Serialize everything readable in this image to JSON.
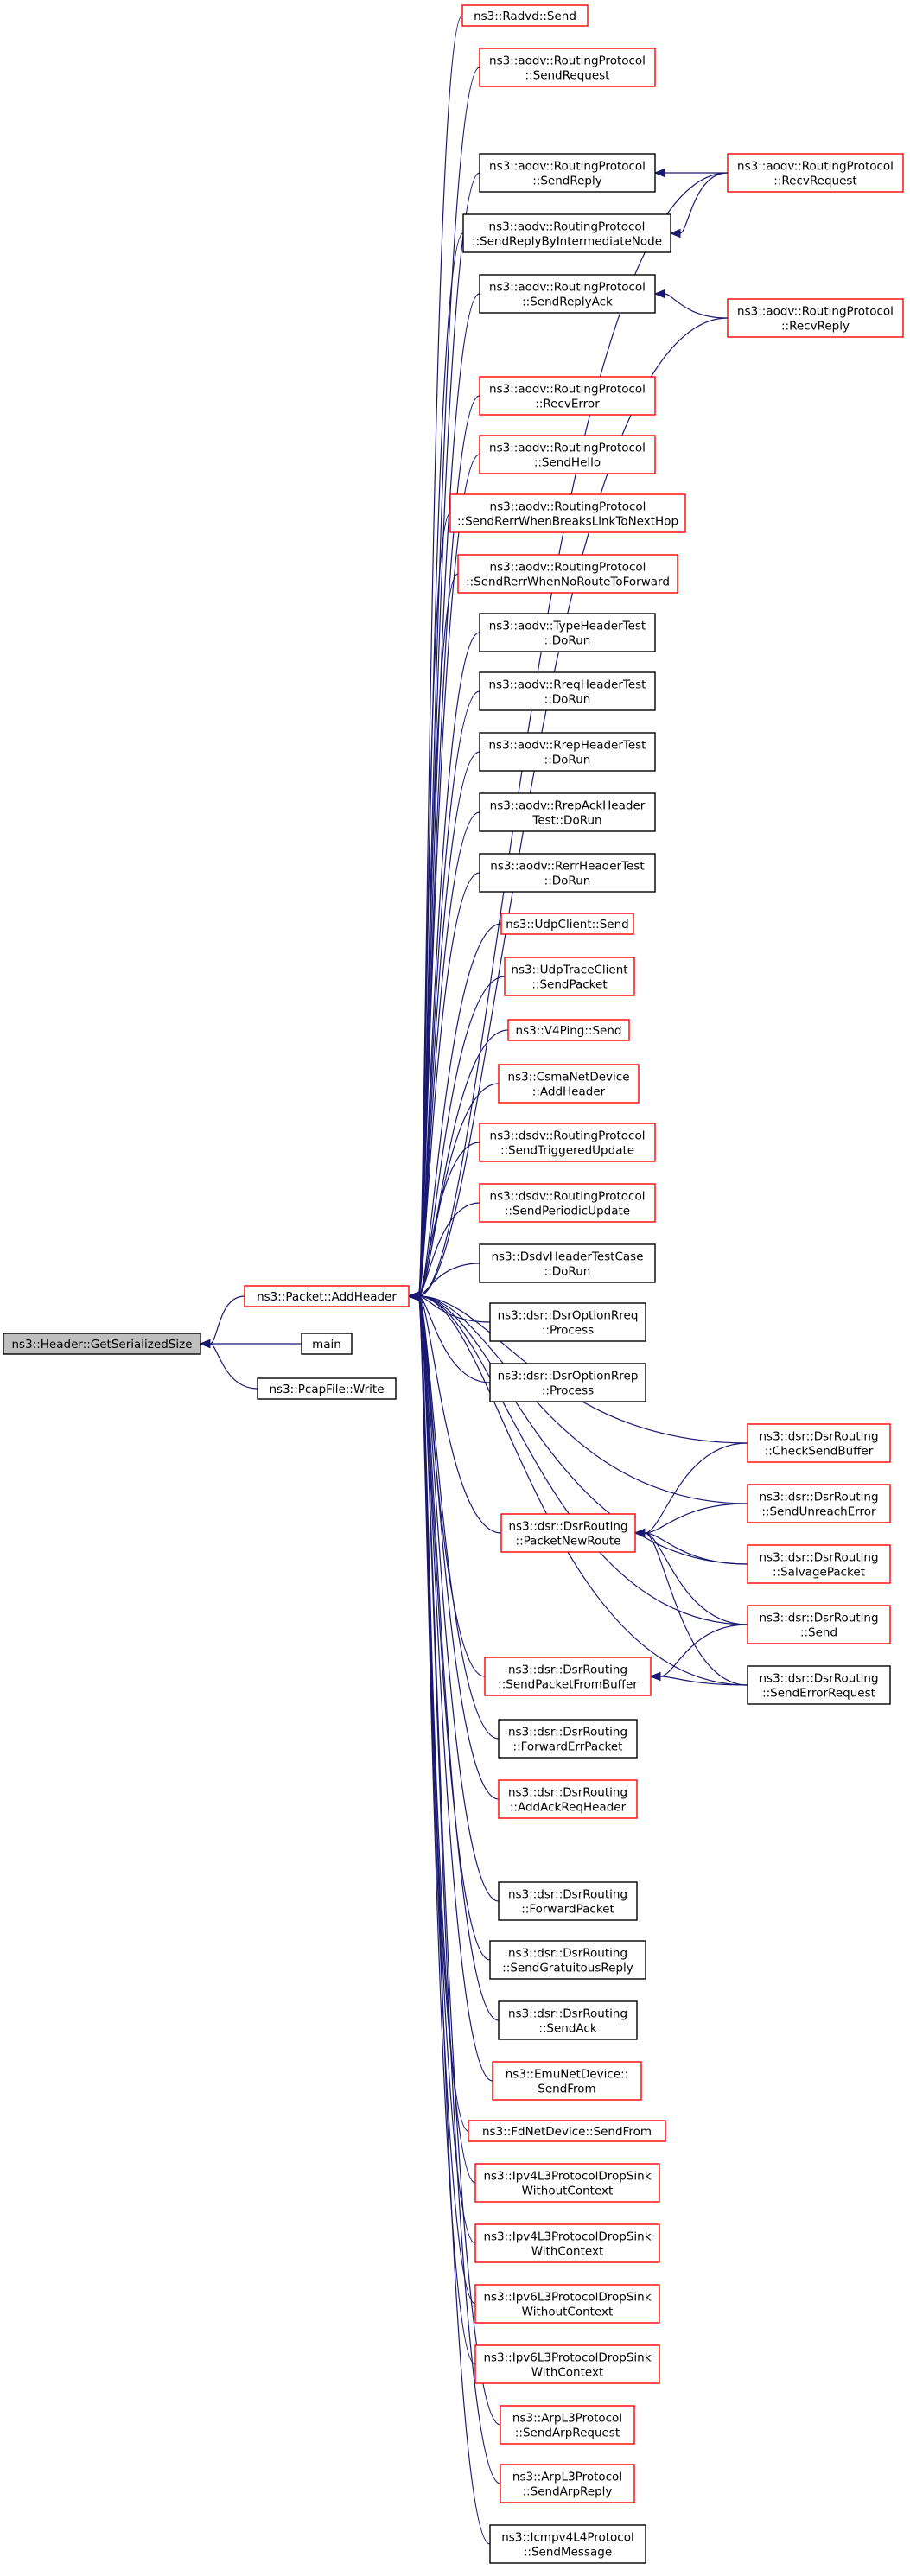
{
  "nodes": [
    {
      "id": "getsize",
      "lines": [
        "ns3::Header::GetSerializedSize"
      ],
      "style": "root"
    },
    {
      "id": "addheader",
      "lines": [
        "ns3::Packet::AddHeader"
      ],
      "style": "red"
    },
    {
      "id": "main",
      "lines": [
        "main"
      ],
      "style": "black"
    },
    {
      "id": "pcapwrite",
      "lines": [
        "ns3::PcapFile::Write"
      ],
      "style": "black"
    },
    {
      "id": "radvd",
      "lines": [
        "ns3::Radvd::Send"
      ],
      "style": "red"
    },
    {
      "id": "aodv_sendrequest",
      "lines": [
        "ns3::aodv::RoutingProtocol",
        "::SendRequest"
      ],
      "style": "red"
    },
    {
      "id": "aodv_sendreply",
      "lines": [
        "ns3::aodv::RoutingProtocol",
        "::SendReply"
      ],
      "style": "black"
    },
    {
      "id": "aodv_recvrequest",
      "lines": [
        "ns3::aodv::RoutingProtocol",
        "::RecvRequest"
      ],
      "style": "red"
    },
    {
      "id": "aodv_sendreplyinter",
      "lines": [
        "ns3::aodv::RoutingProtocol",
        "::SendReplyByIntermediateNode"
      ],
      "style": "black"
    },
    {
      "id": "aodv_sendreplyack",
      "lines": [
        "ns3::aodv::RoutingProtocol",
        "::SendReplyAck"
      ],
      "style": "black"
    },
    {
      "id": "aodv_recvreply",
      "lines": [
        "ns3::aodv::RoutingProtocol",
        "::RecvReply"
      ],
      "style": "red"
    },
    {
      "id": "aodv_recverror",
      "lines": [
        "ns3::aodv::RoutingProtocol",
        "::RecvError"
      ],
      "style": "red"
    },
    {
      "id": "aodv_sendhello",
      "lines": [
        "ns3::aodv::RoutingProtocol",
        "::SendHello"
      ],
      "style": "red"
    },
    {
      "id": "aodv_rerrbreaks",
      "lines": [
        "ns3::aodv::RoutingProtocol",
        "::SendRerrWhenBreaksLinkToNextHop"
      ],
      "style": "red"
    },
    {
      "id": "aodv_rerrnoroute",
      "lines": [
        "ns3::aodv::RoutingProtocol",
        "::SendRerrWhenNoRouteToForward"
      ],
      "style": "red"
    },
    {
      "id": "aodv_typetest",
      "lines": [
        "ns3::aodv::TypeHeaderTest",
        "::DoRun"
      ],
      "style": "black"
    },
    {
      "id": "aodv_rreqtest",
      "lines": [
        "ns3::aodv::RreqHeaderTest",
        "::DoRun"
      ],
      "style": "black"
    },
    {
      "id": "aodv_rreptest",
      "lines": [
        "ns3::aodv::RrepHeaderTest",
        "::DoRun"
      ],
      "style": "black"
    },
    {
      "id": "aodv_rrepacktest",
      "lines": [
        "ns3::aodv::RrepAckHeader",
        "Test::DoRun"
      ],
      "style": "black"
    },
    {
      "id": "aodv_rerrtest",
      "lines": [
        "ns3::aodv::RerrHeaderTest",
        "::DoRun"
      ],
      "style": "black"
    },
    {
      "id": "udpclient",
      "lines": [
        "ns3::UdpClient::Send"
      ],
      "style": "red"
    },
    {
      "id": "udptrace",
      "lines": [
        "ns3::UdpTraceClient",
        "::SendPacket"
      ],
      "style": "red"
    },
    {
      "id": "v4ping",
      "lines": [
        "ns3::V4Ping::Send"
      ],
      "style": "red"
    },
    {
      "id": "csma",
      "lines": [
        "ns3::CsmaNetDevice",
        "::AddHeader"
      ],
      "style": "red"
    },
    {
      "id": "dsdv_trig",
      "lines": [
        "ns3::dsdv::RoutingProtocol",
        "::SendTriggeredUpdate"
      ],
      "style": "red"
    },
    {
      "id": "dsdv_periodic",
      "lines": [
        "ns3::dsdv::RoutingProtocol",
        "::SendPeriodicUpdate"
      ],
      "style": "red"
    },
    {
      "id": "dsdv_test",
      "lines": [
        "ns3::DsdvHeaderTestCase",
        "::DoRun"
      ],
      "style": "black"
    },
    {
      "id": "dsr_rreq",
      "lines": [
        "ns3::dsr::DsrOptionRreq",
        "::Process"
      ],
      "style": "black"
    },
    {
      "id": "dsr_rrep",
      "lines": [
        "ns3::dsr::DsrOptionRrep",
        "::Process"
      ],
      "style": "black"
    },
    {
      "id": "dsr_checksend",
      "lines": [
        "ns3::dsr::DsrRouting",
        "::CheckSendBuffer"
      ],
      "style": "red"
    },
    {
      "id": "dsr_newroute",
      "lines": [
        "ns3::dsr::DsrRouting",
        "::PacketNewRoute"
      ],
      "style": "red"
    },
    {
      "id": "dsr_unreach",
      "lines": [
        "ns3::dsr::DsrRouting",
        "::SendUnreachError"
      ],
      "style": "red"
    },
    {
      "id": "dsr_salvage",
      "lines": [
        "ns3::dsr::DsrRouting",
        "::SalvagePacket"
      ],
      "style": "red"
    },
    {
      "id": "dsr_send",
      "lines": [
        "ns3::dsr::DsrRouting",
        "::Send"
      ],
      "style": "red"
    },
    {
      "id": "dsr_fromsbuffer",
      "lines": [
        "ns3::dsr::DsrRouting",
        "::SendPacketFromBuffer"
      ],
      "style": "red"
    },
    {
      "id": "dsr_errreq",
      "lines": [
        "ns3::dsr::DsrRouting",
        "::SendErrorRequest"
      ],
      "style": "black"
    },
    {
      "id": "dsr_fwderr",
      "lines": [
        "ns3::dsr::DsrRouting",
        "::ForwardErrPacket"
      ],
      "style": "black"
    },
    {
      "id": "dsr_ackreq",
      "lines": [
        "ns3::dsr::DsrRouting",
        "::AddAckReqHeader"
      ],
      "style": "red"
    },
    {
      "id": "dsr_fwdpkt",
      "lines": [
        "ns3::dsr::DsrRouting",
        "::ForwardPacket"
      ],
      "style": "black"
    },
    {
      "id": "dsr_gratuitous",
      "lines": [
        "ns3::dsr::DsrRouting",
        "::SendGratuitousReply"
      ],
      "style": "black"
    },
    {
      "id": "dsr_sendack",
      "lines": [
        "ns3::dsr::DsrRouting",
        "::SendAck"
      ],
      "style": "black"
    },
    {
      "id": "emu",
      "lines": [
        "ns3::EmuNetDevice::",
        "SendFrom"
      ],
      "style": "red"
    },
    {
      "id": "fd",
      "lines": [
        "ns3::FdNetDevice::SendFrom"
      ],
      "style": "red"
    },
    {
      "id": "ipv4_without",
      "lines": [
        "ns3::Ipv4L3ProtocolDropSink",
        "WithoutContext"
      ],
      "style": "red"
    },
    {
      "id": "ipv4_with",
      "lines": [
        "ns3::Ipv4L3ProtocolDropSink",
        "WithContext"
      ],
      "style": "red"
    },
    {
      "id": "ipv6_without",
      "lines": [
        "ns3::Ipv6L3ProtocolDropSink",
        "WithoutContext"
      ],
      "style": "red"
    },
    {
      "id": "ipv6_with",
      "lines": [
        "ns3::Ipv6L3ProtocolDropSink",
        "WithContext"
      ],
      "style": "red"
    },
    {
      "id": "arp_request",
      "lines": [
        "ns3::ArpL3Protocol",
        "::SendArpRequest"
      ],
      "style": "red"
    },
    {
      "id": "arp_reply",
      "lines": [
        "ns3::ArpL3Protocol",
        "::SendArpReply"
      ],
      "style": "red"
    },
    {
      "id": "icmpv4",
      "lines": [
        "ns3::Icmpv4L4Protocol",
        "::SendMessage"
      ],
      "style": "black"
    }
  ],
  "edges": [
    {
      "from": "addheader",
      "to": "getsize"
    },
    {
      "from": "main",
      "to": "getsize"
    },
    {
      "from": "pcapwrite",
      "to": "getsize"
    },
    {
      "from": "radvd",
      "to": "addheader"
    },
    {
      "from": "aodv_sendrequest",
      "to": "addheader"
    },
    {
      "from": "aodv_recvrequest",
      "to": "addheader"
    },
    {
      "from": "aodv_sendreply",
      "to": "addheader"
    },
    {
      "from": "aodv_sendreplyinter",
      "to": "addheader"
    },
    {
      "from": "aodv_sendreplyack",
      "to": "addheader"
    },
    {
      "from": "aodv_recvreply",
      "to": "addheader"
    },
    {
      "from": "aodv_recverror",
      "to": "addheader"
    },
    {
      "from": "aodv_sendhello",
      "to": "addheader"
    },
    {
      "from": "aodv_rerrbreaks",
      "to": "addheader"
    },
    {
      "from": "aodv_rerrnoroute",
      "to": "addheader"
    },
    {
      "from": "aodv_typetest",
      "to": "addheader"
    },
    {
      "from": "aodv_rreqtest",
      "to": "addheader"
    },
    {
      "from": "aodv_rreptest",
      "to": "addheader"
    },
    {
      "from": "aodv_rrepacktest",
      "to": "addheader"
    },
    {
      "from": "aodv_rerrtest",
      "to": "addheader"
    },
    {
      "from": "udpclient",
      "to": "addheader"
    },
    {
      "from": "udptrace",
      "to": "addheader"
    },
    {
      "from": "v4ping",
      "to": "addheader"
    },
    {
      "from": "csma",
      "to": "addheader"
    },
    {
      "from": "dsdv_trig",
      "to": "addheader"
    },
    {
      "from": "dsdv_periodic",
      "to": "addheader"
    },
    {
      "from": "dsdv_test",
      "to": "addheader"
    },
    {
      "from": "dsr_rreq",
      "to": "addheader"
    },
    {
      "from": "dsr_rrep",
      "to": "addheader"
    },
    {
      "from": "dsr_checksend",
      "to": "addheader"
    },
    {
      "from": "dsr_unreach",
      "to": "addheader"
    },
    {
      "from": "dsr_newroute",
      "to": "addheader"
    },
    {
      "from": "dsr_salvage",
      "to": "addheader"
    },
    {
      "from": "dsr_send",
      "to": "addheader"
    },
    {
      "from": "dsr_fromsbuffer",
      "to": "addheader"
    },
    {
      "from": "dsr_errreq",
      "to": "addheader"
    },
    {
      "from": "dsr_fwderr",
      "to": "addheader"
    },
    {
      "from": "dsr_ackreq",
      "to": "addheader"
    },
    {
      "from": "dsr_fwdpkt",
      "to": "addheader"
    },
    {
      "from": "dsr_gratuitous",
      "to": "addheader"
    },
    {
      "from": "dsr_sendack",
      "to": "addheader"
    },
    {
      "from": "emu",
      "to": "addheader"
    },
    {
      "from": "fd",
      "to": "addheader"
    },
    {
      "from": "ipv4_without",
      "to": "addheader"
    },
    {
      "from": "ipv4_with",
      "to": "addheader"
    },
    {
      "from": "ipv6_without",
      "to": "addheader"
    },
    {
      "from": "ipv6_with",
      "to": "addheader"
    },
    {
      "from": "arp_request",
      "to": "addheader"
    },
    {
      "from": "arp_reply",
      "to": "addheader"
    },
    {
      "from": "icmpv4",
      "to": "addheader"
    },
    {
      "from": "aodv_recvrequest",
      "to": "aodv_sendreply"
    },
    {
      "from": "aodv_recvrequest",
      "to": "aodv_sendreplyinter"
    },
    {
      "from": "aodv_recvreply",
      "to": "aodv_sendreplyack"
    },
    {
      "from": "dsr_checksend",
      "to": "dsr_newroute"
    },
    {
      "from": "dsr_unreach",
      "to": "dsr_newroute"
    },
    {
      "from": "dsr_salvage",
      "to": "dsr_newroute"
    },
    {
      "from": "dsr_send",
      "to": "dsr_newroute"
    },
    {
      "from": "dsr_errreq",
      "to": "dsr_newroute"
    },
    {
      "from": "dsr_send",
      "to": "dsr_fromsbuffer"
    },
    {
      "from": "dsr_errreq",
      "to": "dsr_fromsbuffer"
    }
  ]
}
